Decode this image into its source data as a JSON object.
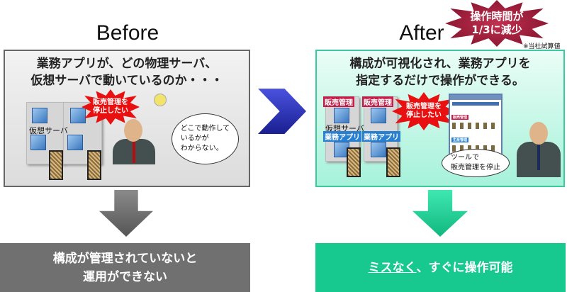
{
  "before": {
    "heading": "Before",
    "description_line1": "業務アプリが、どの物理サーバ、",
    "description_line2": "仮想サーバで動いているのか・・・",
    "vm_label": "仮想サーバ",
    "burst_line1": "販売管理を",
    "burst_line2": "停止したい",
    "thought_line1": "どこで動作して",
    "thought_line2": "いるかが",
    "thought_line3": "わからない。",
    "result_line1": "構成が管理されていないと",
    "result_line2": "運用ができない"
  },
  "after": {
    "heading": "After",
    "badge_line1": "操作時間が",
    "badge_line2": "1/3に減少",
    "footnote": "※当社試算値",
    "description_line1": "構成が可視化され、業務アプリを",
    "description_line2": "指定するだけで操作ができる。",
    "tag_sales": "販売管理",
    "tag_app": "業務アプリ",
    "vm_label": "仮想サーバ",
    "burst_line1": "販売管理を",
    "burst_line2": "停止したい",
    "tool_group1": "販売管理",
    "tool_group2": "生産管理",
    "thought_line1": "ツールで",
    "thought_line2": "販売管理を停止",
    "result_underlined": "ミスなく",
    "result_rest": "、すぐに操作可能"
  },
  "colors": {
    "before_result": "#707070",
    "after_result": "#17c98f",
    "arrow_blue": "#2a2fb8",
    "badge": "#9b1d3a"
  }
}
